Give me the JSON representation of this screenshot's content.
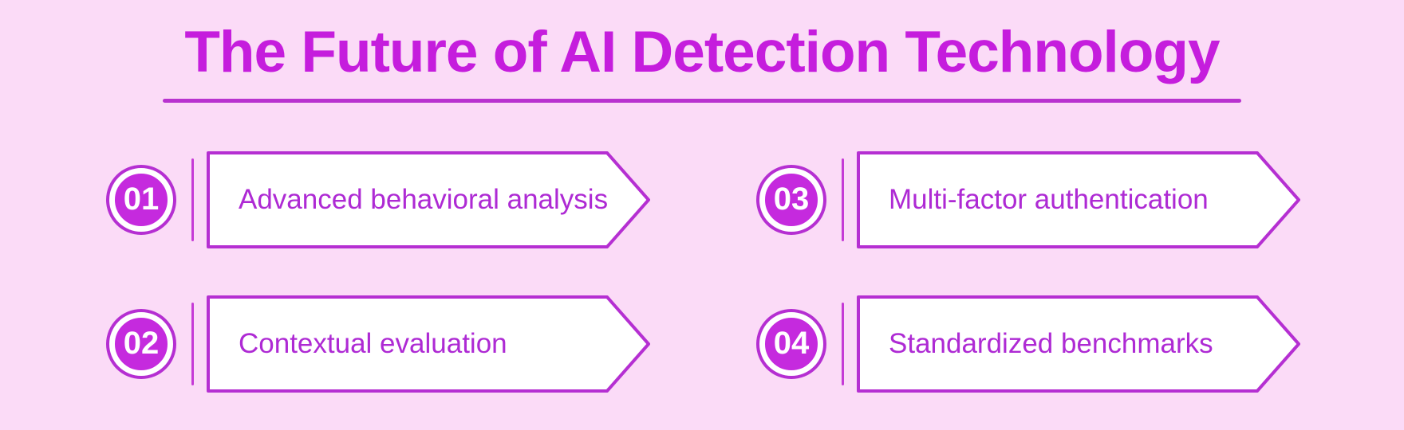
{
  "title": "The Future of AI Detection Technology",
  "colors": {
    "background": "#fbdbf7",
    "title_text": "#c51ddd",
    "underline": "#b832cf",
    "accent": "#b52fd2",
    "badge_fill": "#c52ade",
    "item_text": "#ae2ad4",
    "box_fill": "#ffffff",
    "divider": "#c53ad6"
  },
  "items": [
    {
      "number": "01",
      "label": "Advanced behavioral analysis"
    },
    {
      "number": "02",
      "label": "Contextual evaluation"
    },
    {
      "number": "03",
      "label": "Multi-factor authentication"
    },
    {
      "number": "04",
      "label": "Standardized benchmarks"
    }
  ]
}
